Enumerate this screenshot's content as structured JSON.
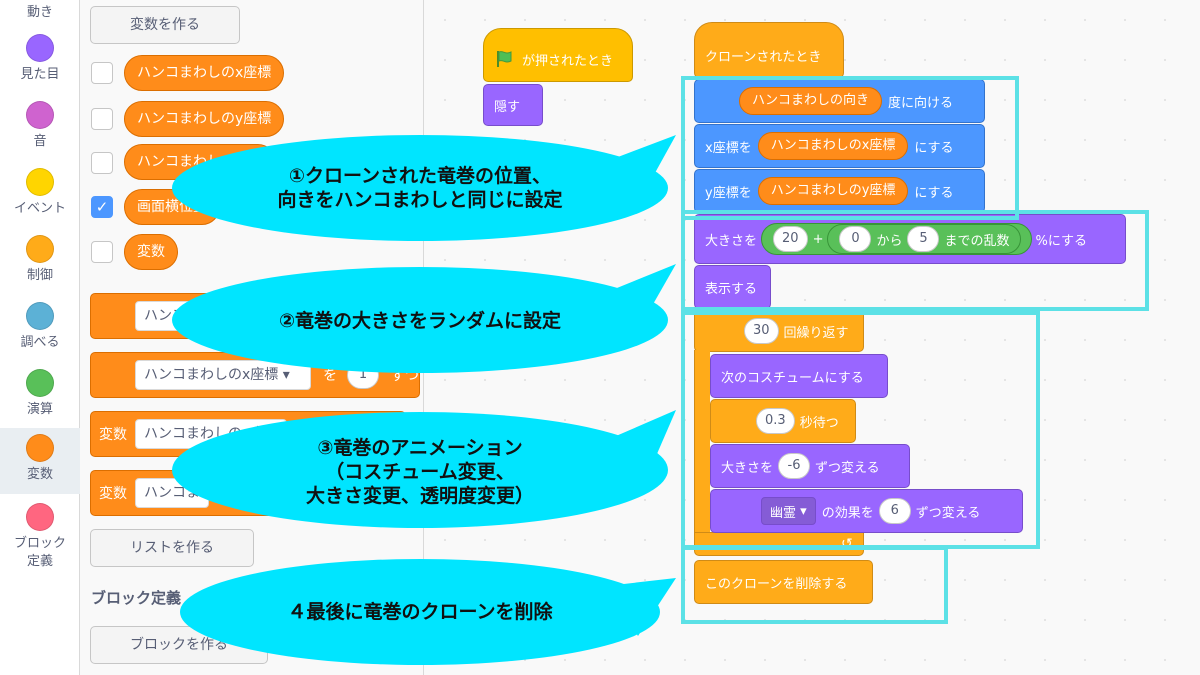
{
  "categories": [
    {
      "label": "動き",
      "color": "#4c97ff"
    },
    {
      "label": "見た目",
      "color": "#9966ff"
    },
    {
      "label": "音",
      "color": "#cf63cf"
    },
    {
      "label": "イベント",
      "color": "#ffd500"
    },
    {
      "label": "制御",
      "color": "#ffab19"
    },
    {
      "label": "調べる",
      "color": "#5cb1d6"
    },
    {
      "label": "演算",
      "color": "#59c059"
    },
    {
      "label": "変数",
      "color": "#ff8c1a"
    },
    {
      "label": "ブロック定義",
      "color": "#ff6680"
    }
  ],
  "palette": {
    "make_variable": "変数を作る",
    "variables": [
      "ハンコまわしのx座標",
      "ハンコまわしのy座標",
      "ハンコまわしの向き",
      "画面横位置",
      "変数"
    ],
    "set_block_dropdown": "ハンコ",
    "change_block_dropdown": "ハンコまわしのx座標",
    "change_to": "を",
    "change_value": "1",
    "change_tail": "ずつ",
    "show_var_label": "変数",
    "show_var_dd": "ハンコまわしのx座標",
    "hide_var_label": "変数",
    "hide_var_dd": "ハンコま",
    "make_list": "リストを作る",
    "block_def_heading": "ブロック定義",
    "make_block": "ブロックを作る"
  },
  "script1": {
    "hat": "が押されたとき",
    "hide": "隠す"
  },
  "script2": {
    "hat": "クローンされたとき",
    "point_var": "ハンコまわしの向き",
    "point_tail": "度に向ける",
    "setx_head": "x座標を",
    "setx_var": "ハンコまわしのx座標",
    "setx_tail": "にする",
    "sety_head": "y座標を",
    "sety_var": "ハンコまわしのy座標",
    "sety_tail": "にする",
    "size_head": "大きさを",
    "size_a": "20",
    "size_plus": "+",
    "rand_from": "0",
    "rand_kara": "から",
    "rand_to": "5",
    "rand_tail": "までの乱数",
    "size_tail": "%にする",
    "show": "表示する",
    "repeat_n": "30",
    "repeat_tail": "回繰り返す",
    "next_costume": "次のコスチュームにする",
    "wait_n": "0.3",
    "wait_tail": "秒待つ",
    "chsize_head": "大きさを",
    "chsize_n": "-6",
    "chsize_tail": "ずつ変える",
    "effect_dd": "幽霊",
    "effect_mid": "の効果を",
    "effect_n": "6",
    "effect_tail": "ずつ変える",
    "delete_clone": "このクローンを削除する"
  },
  "annotations": {
    "note1": "①クローンされた竜巻の位置、\n向きをハンコまわしと同じに設定",
    "note2": "②竜巻の大きさをランダムに設定",
    "note3": "③竜巻のアニメーション\n（コスチューム変更、\n大きさ変更、透明度変更）",
    "note4": "４最後に竜巻のクローンを削除"
  },
  "colors": {
    "highlight_frame": "#5ce1e6",
    "bubble": "#00e5ff",
    "variables": "#ff8c1a",
    "looks": "#9966ff",
    "motion": "#4c97ff",
    "events": "#ffbf00",
    "control": "#ffab19",
    "operators": "#59c059"
  }
}
